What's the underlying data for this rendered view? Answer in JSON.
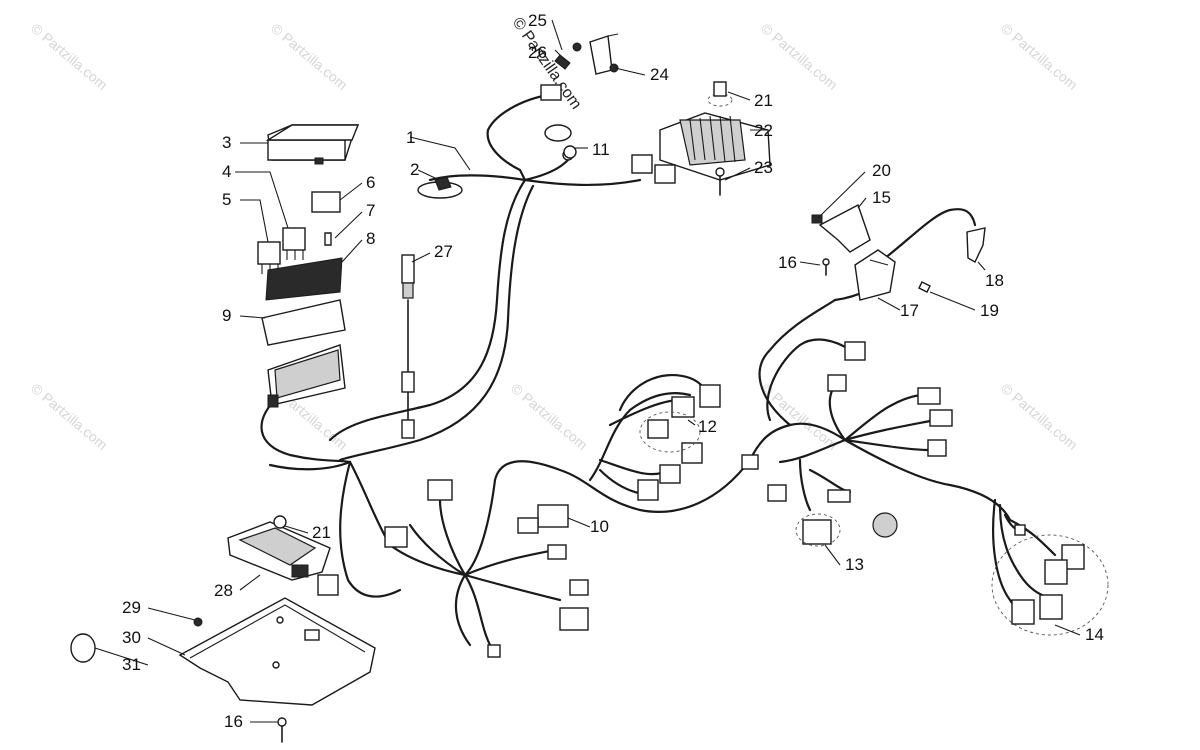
{
  "watermark": {
    "text": "© Partzilla.com",
    "overlay_text": "© Partzilla.com"
  },
  "callouts": {
    "c1": "1",
    "c2": "2",
    "c3": "3",
    "c4": "4",
    "c5": "5",
    "c6": "6",
    "c7": "7",
    "c8": "8",
    "c9": "9",
    "c10": "10",
    "c11": "11",
    "c12": "12",
    "c13": "13",
    "c14": "14",
    "c15": "15",
    "c16a": "16",
    "c16b": "16",
    "c17": "17",
    "c18": "18",
    "c19": "19",
    "c20": "20",
    "c21a": "21",
    "c21b": "21",
    "c22": "22",
    "c23": "23",
    "c24": "24",
    "c25": "25",
    "c26": "26",
    "c27": "27",
    "c28": "28",
    "c29": "29",
    "c30": "30",
    "c31": "31"
  }
}
